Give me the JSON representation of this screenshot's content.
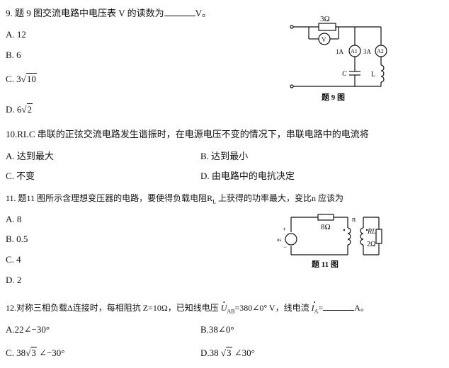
{
  "q9": {
    "stem_a": "9. 题 9 图交流电路中电压表 V 的读数为",
    "stem_b": "V。",
    "options": {
      "A": "A. 12",
      "B": "B. 6",
      "C_prefix": "C.  3",
      "C_rad": "10",
      "D_prefix": "D.  6",
      "D_rad": "2"
    },
    "figure": {
      "resistor": "3Ω",
      "voltmeter": "V",
      "a1_label": "1A",
      "a1": "A1",
      "a2_label": "3A",
      "a2": "A2",
      "cap": "C",
      "ind": "L",
      "caption": "题 9 图"
    }
  },
  "q10": {
    "stem": "10.RLC 串联的正弦交流电路发生谐振时，在电源电压不变的情况下，串联电路中的电流将",
    "options": [
      "A. 达到最大",
      "B. 达到最小",
      "C. 不变",
      "D. 由电路中的电抗决定"
    ]
  },
  "q11": {
    "stem": "11. 题11 图所示含理想变压器的电路，要使得负载电阻R",
    "stem_sub": "L",
    "stem_end": " 上获得的功率最大，变比n 应该为",
    "options": [
      "A. 8",
      "B. 0.5",
      "C. 4",
      "D. 2"
    ],
    "figure": {
      "source": "us",
      "plus": "+",
      "minus": "−",
      "resistor": "8Ω",
      "ratio": "n",
      "load": "RL",
      "load_value": "2Ω",
      "caption": "题 11 图"
    }
  },
  "q12": {
    "stem_a": "12.对称三相负载Δ连接时，每相阻抗 Z=10Ω，已知线电压 ",
    "u": "U",
    "u_sub": "AB",
    "stem_b": "=380∠0°  V，线电流 ",
    "i": "I",
    "i_sub": "A",
    "stem_c": "=",
    "stem_d": "A。",
    "options": {
      "A": "A.22∠−30°",
      "B": "B.38∠0°",
      "C_prefix": "C. 38",
      "C_rad": "3",
      "C_suffix": " ∠−30°",
      "D_prefix": "D.38 ",
      "D_rad": "3",
      "D_suffix": " ∠30°"
    }
  }
}
